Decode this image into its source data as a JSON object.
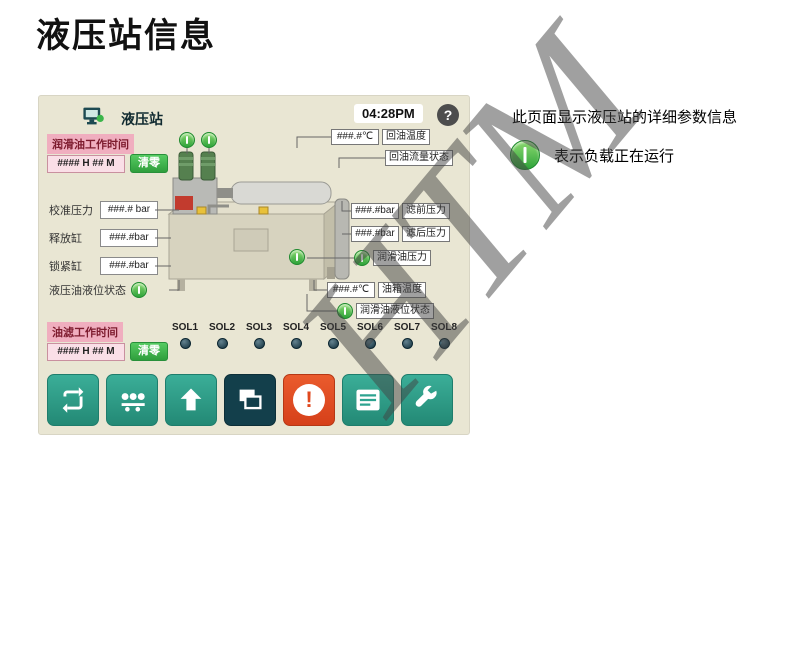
{
  "page": {
    "title": "液压站信息",
    "description": "此页面显示液压站的详细参数信息",
    "legend_text": "表示负载正在运行",
    "watermark": "HTM"
  },
  "colors": {
    "accent_green": "#3bb54a",
    "teal": "#2da390",
    "alert_orange": "#e0481e",
    "header_pink": "#f0aebf",
    "hmi_background": "#e9e6d3"
  },
  "hmi": {
    "title": "液压站",
    "time": "04:28PM",
    "help_label": "?",
    "lube_timer": {
      "label": "润滑油工作时间",
      "value": "#### H ## M",
      "clear": "清零"
    },
    "filter_timer": {
      "label": "油滤工作时间",
      "value": "#### H ## M",
      "clear": "清零"
    },
    "left_fields": [
      {
        "label": "校准压力",
        "value": "###.# bar"
      },
      {
        "label": "释放缸",
        "value": "###.#bar"
      },
      {
        "label": "锁紧缸",
        "value": "###.#bar"
      }
    ],
    "hydraulic_level_label": "液压油液位状态",
    "callouts": [
      {
        "value": "###.#℃",
        "label": "回油温度"
      },
      {
        "label": "回油流量状态"
      },
      {
        "value": "###.#bar",
        "label": "滤前压力"
      },
      {
        "value": "###.#bar",
        "label": "滤后压力"
      },
      {
        "label": "润滑油压力"
      },
      {
        "value": "###.#℃",
        "label": "油箱温度"
      },
      {
        "label": "润滑油液位状态"
      }
    ],
    "sol_labels": [
      "SOL1",
      "SOL2",
      "SOL3",
      "SOL4",
      "SOL5",
      "SOL6",
      "SOL7",
      "SOL8"
    ],
    "nav_icons": [
      "cycle-icon",
      "rollers-icon",
      "up-arrow-icon",
      "screens-icon",
      "alarm-icon",
      "report-icon",
      "wrench-icon"
    ]
  }
}
